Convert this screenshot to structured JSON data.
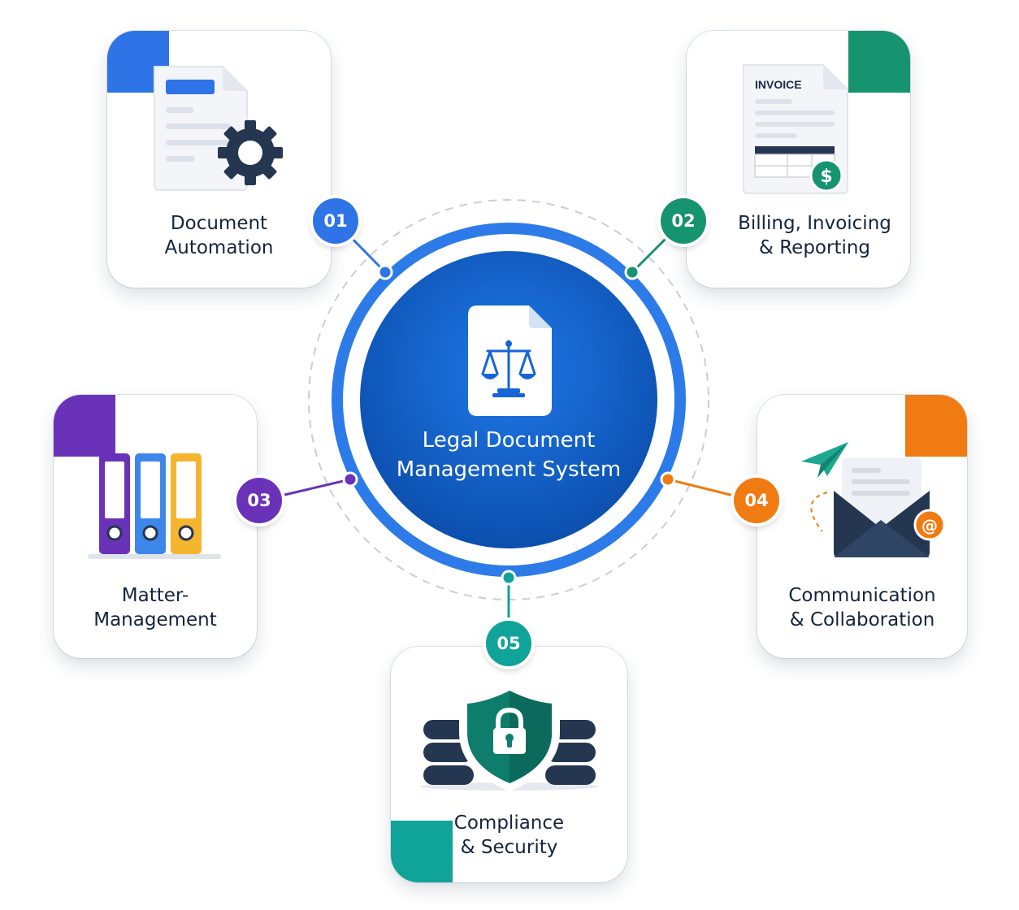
{
  "hub": {
    "title_line1": "Legal Document",
    "title_line2": "Management System",
    "icon": "legal-scales-document-icon",
    "color": "#1565d8"
  },
  "modules": [
    {
      "number": "01",
      "label_line1": "Document",
      "label_line2": "Automation",
      "color": "#2f74e6",
      "icon": "document-gear-icon"
    },
    {
      "number": "02",
      "label_line1": "Billing, Invoicing",
      "label_line2": "& Reporting",
      "color": "#16936f",
      "icon": "invoice-dollar-icon",
      "icon_text": "INVOICE"
    },
    {
      "number": "03",
      "label_line1": "Matter-",
      "label_line2": "Management",
      "color": "#6a32b8",
      "icon": "binders-icon"
    },
    {
      "number": "04",
      "label_line1": "Communication",
      "label_line2": "& Collaboration",
      "color": "#f07b12",
      "icon": "envelope-paper-plane-icon"
    },
    {
      "number": "05",
      "label_line1": "Compliance",
      "label_line2": "& Security",
      "color": "#0fa39a",
      "icon": "shield-lock-database-icon"
    }
  ]
}
